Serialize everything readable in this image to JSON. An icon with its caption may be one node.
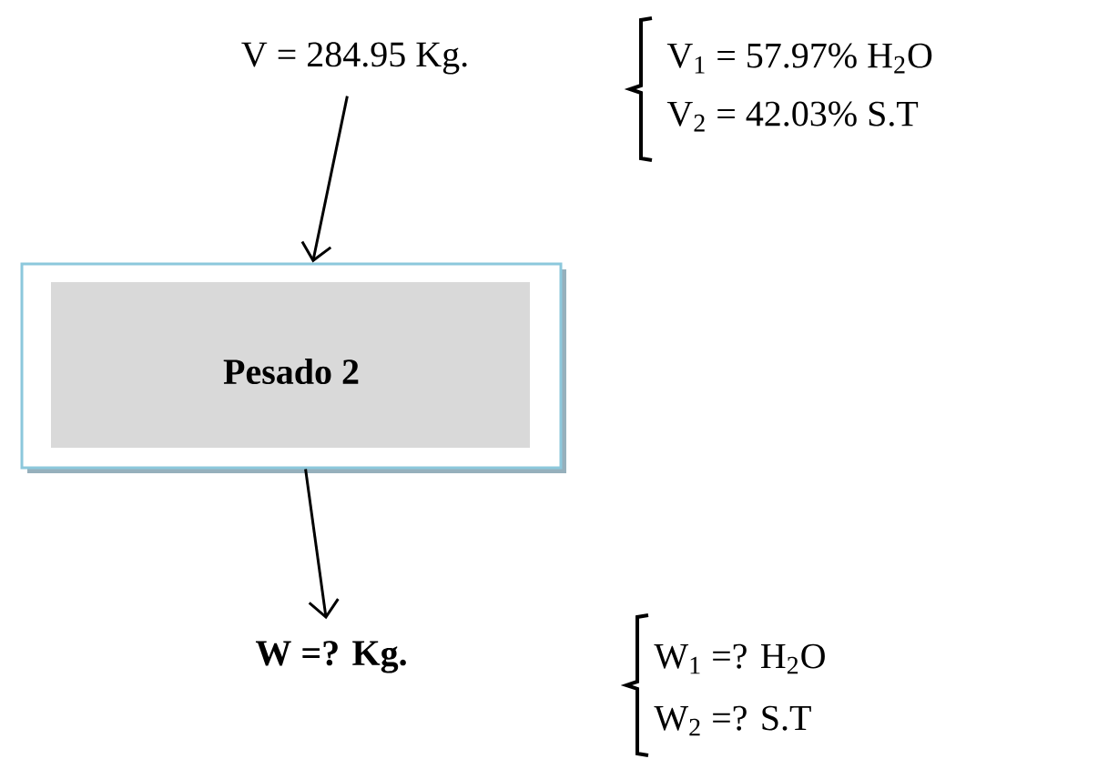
{
  "diagram": {
    "nodes": [
      {
        "text": [
          "V = 284.95 Kg."
        ]
      },
      {
        "text": [
          "Pesado 2"
        ]
      },
      {
        "text": [
          "W =? Kg."
        ]
      }
    ],
    "edges": [
      {
        "from": 0,
        "to": 1,
        "arrow": "to"
      },
      {
        "from": 1,
        "to": 2,
        "arrow": "to"
      }
    ],
    "labels": [
      "V$_{1}$ = 57.97% H$_{2}$O",
      "V$_{2}$ = 42.03% S.T",
      "W$_{1}$ =? H$_{2}$O",
      "W$_{2}$ =? S.T"
    ]
  }
}
